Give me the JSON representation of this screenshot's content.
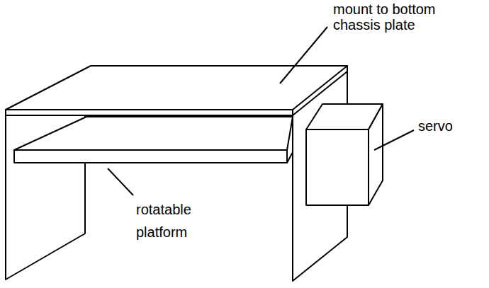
{
  "diagram": {
    "labels": [
      "mount to bottom chassis plate",
      "servo",
      "rotatable platform"
    ]
  }
}
